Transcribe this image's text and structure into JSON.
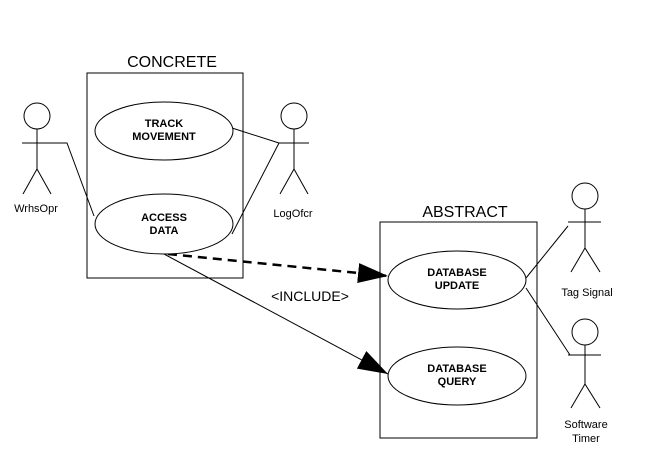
{
  "diagram": {
    "concrete_title": "CONCRETE",
    "abstract_title": "ABSTRACT",
    "use_cases": {
      "track_movement": [
        "TRACK",
        "MOVEMENT"
      ],
      "access_data": [
        "ACCESS",
        "DATA"
      ],
      "database_update": [
        "DATABASE",
        "UPDATE"
      ],
      "database_query": [
        "DATABASE",
        "QUERY"
      ]
    },
    "actors": {
      "wrhsopr": [
        "WrhsOpr"
      ],
      "logofcr": [
        "LogOfcr"
      ],
      "tag_signal": [
        "Tag Signal"
      ],
      "software_timer": [
        "Software",
        "Timer"
      ]
    },
    "include_label": "<INCLUDE>"
  },
  "colors": {
    "stroke": "#000000",
    "background": "#ffffff"
  }
}
